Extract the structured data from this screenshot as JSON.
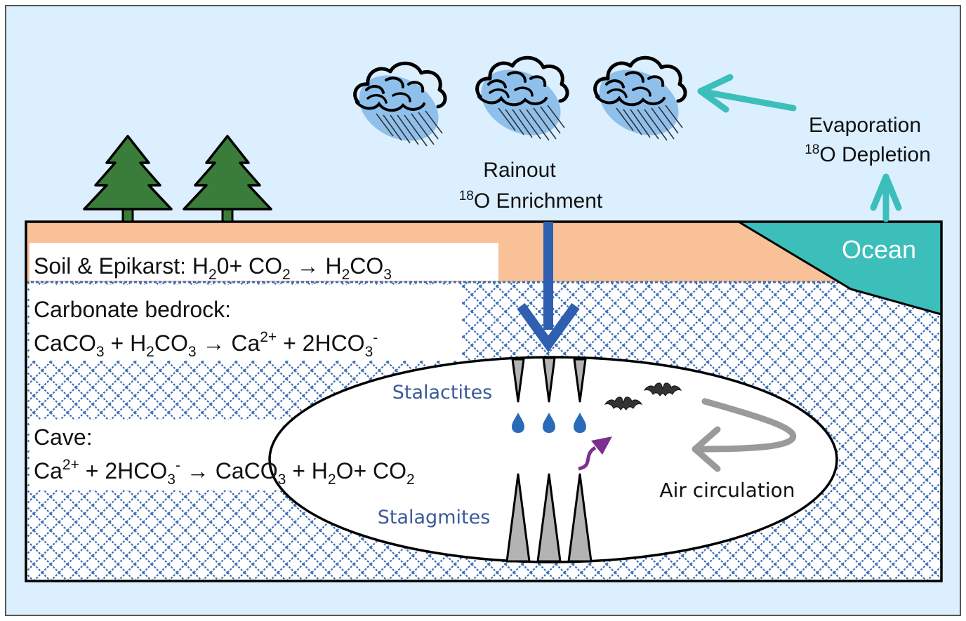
{
  "colors": {
    "background": "#dcefff",
    "soil": "#f8c198",
    "ocean": "#3cbfbb",
    "bedrock_pattern": "#3d6fb5",
    "cloud": "#8fc0ec",
    "tree": "#3a7d3a",
    "water_arrow": "#2f5fb0",
    "evaporation_arrow": "#3cbfbb",
    "air_arrow": "#9a9a9a",
    "cave_co2_arrow": "#7b2f8e",
    "drip": "#2a6ab8",
    "speleothem": "#b3b3b3"
  },
  "icons": [
    "rain-cloud-icon",
    "pine-tree-icon",
    "bat-icon",
    "water-drop-icon"
  ],
  "labels": {
    "rainout_line1": "Rainout",
    "rainout_sup": "18",
    "rainout_line2": "O Enrichment",
    "evaporation_line1": "Evaporation",
    "evaporation_sup": "18",
    "evaporation_line2": "O Depletion",
    "ocean": "Ocean",
    "stalactites": "Stalactites",
    "stalagmites": "Stalagmites",
    "air_circulation": "Air circulation"
  },
  "soil_equation": {
    "prefix": "Soil  & Epikarst: H",
    "sub1": "2",
    "mid1": "0+ CO",
    "sub2": "2",
    "mid2": "  → H",
    "sub3": "2",
    "end": "CO",
    "sub4": "3"
  },
  "bedrock": {
    "heading": "Carbonate bedrock:",
    "eq_a": "CaCO",
    "eq_a_sub": "3",
    "eq_b": " + H",
    "eq_b_sub": "2",
    "eq_c": "CO",
    "eq_c_sub": "3",
    "eq_d": " → Ca",
    "eq_d_sup": "2+",
    "eq_e": " + 2HCO",
    "eq_e_sub": "3",
    "eq_e_sup": "-"
  },
  "cave": {
    "heading": "Cave:",
    "eq_a": "Ca",
    "eq_a_sup": "2+",
    "eq_b": " + 2HCO",
    "eq_b_sub": "3",
    "eq_b_sup": "-",
    "eq_c": "  → CaCO",
    "eq_c_sub": "3",
    "eq_d": " + H",
    "eq_d_sub": "2",
    "eq_e": "O+ CO",
    "eq_e_sub": "2"
  }
}
